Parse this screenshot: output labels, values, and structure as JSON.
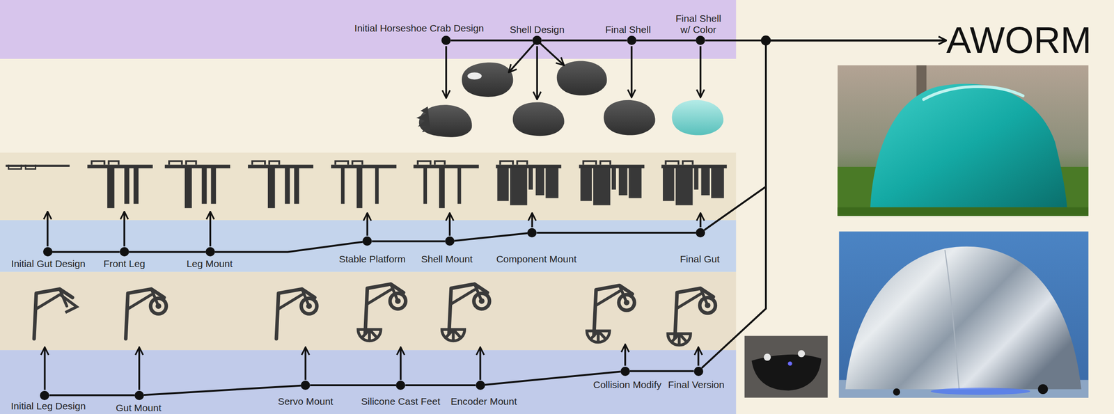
{
  "diagram": {
    "nodes": [
      {
        "text": [
          "Initial Horseshoe Crab Design"
        ]
      },
      {
        "text": [
          "Shell Design"
        ]
      },
      {
        "text": [
          "Final Shell"
        ]
      },
      {
        "text": [
          "Final Shell w/ Color"
        ]
      },
      {
        "text": [
          "AWORM"
        ]
      },
      {
        "text": [
          "Initial Gut Design"
        ]
      },
      {
        "text": [
          "Front Leg"
        ]
      },
      {
        "text": [
          "Leg Mount"
        ]
      },
      {
        "text": [
          "Stable Platform"
        ]
      },
      {
        "text": [
          "Shell Mount"
        ]
      },
      {
        "text": [
          "Component Mount"
        ]
      },
      {
        "text": [
          "Final Gut"
        ]
      },
      {
        "text": [
          "Initial Leg Design"
        ]
      },
      {
        "text": [
          "Gut Mount"
        ]
      },
      {
        "text": [
          "Servo Mount"
        ]
      },
      {
        "text": [
          "Silicone Cast Feet"
        ]
      },
      {
        "text": [
          "Encoder Mount"
        ]
      },
      {
        "text": [
          "Collision Modify"
        ]
      },
      {
        "text": [
          "Final Version"
        ]
      }
    ],
    "edges": [
      {
        "from": 0,
        "to": 1,
        "arrow": "none"
      },
      {
        "from": 1,
        "to": 2,
        "arrow": "none"
      },
      {
        "from": 2,
        "to": 3,
        "arrow": "none"
      },
      {
        "from": 3,
        "to": 4,
        "arrow": "to"
      },
      {
        "from": 5,
        "to": 6,
        "arrow": "none"
      },
      {
        "from": 6,
        "to": 7,
        "arrow": "none"
      },
      {
        "from": 7,
        "to": 8,
        "arrow": "none"
      },
      {
        "from": 8,
        "to": 9,
        "arrow": "none"
      },
      {
        "from": 9,
        "to": 10,
        "arrow": "none"
      },
      {
        "from": 10,
        "to": 11,
        "arrow": "none"
      },
      {
        "from": 11,
        "to": 4,
        "arrow": "to"
      },
      {
        "from": 12,
        "to": 13,
        "arrow": "none"
      },
      {
        "from": 13,
        "to": 14,
        "arrow": "none"
      },
      {
        "from": 14,
        "to": 15,
        "arrow": "none"
      },
      {
        "from": 15,
        "to": 16,
        "arrow": "none"
      },
      {
        "from": 16,
        "to": 17,
        "arrow": "none"
      },
      {
        "from": 17,
        "to": 18,
        "arrow": "none"
      },
      {
        "from": 18,
        "to": 4,
        "arrow": "to"
      }
    ]
  }
}
